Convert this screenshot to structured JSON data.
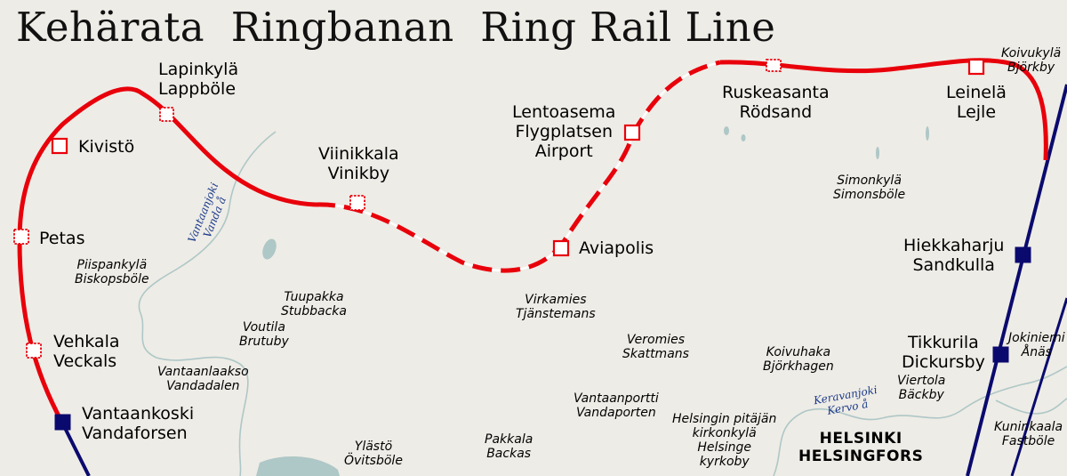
{
  "title": "Kehärata  Ringbanan  Ring Rail Line",
  "colors": {
    "background": "#eeece6",
    "ring_line": "#e8000b",
    "main_line": "#0a0a6e",
    "water": "#aec7c7",
    "text": "#000000"
  },
  "stations": {
    "lapinkyla": "Lapinkylä\nLappböle",
    "kivisto": "Kivistö",
    "petas": "Petas",
    "vehkala": "Vehkala\nVeckals",
    "vantaankoski": "Vantaankoski\nVandaforsen",
    "viinikkala": "Viinikkala\nVinikby",
    "aviapolis": "Aviapolis",
    "lentoasema": "Lentoasema\nFlygplatsen\nAirport",
    "ruskeasanta": "Ruskeasanta\nRödsand",
    "leinela": "Leinelä\nLejle",
    "hiekkaharju": "Hiekkaharju\nSandkulla",
    "tikkurila": "Tikkurila\nDickursby"
  },
  "areas": {
    "koivukyla": "Koivukylä\nBjörkby",
    "simonkyla": "Simonkylä\nSimonsböle",
    "piispankyla": "Piispankylä\nBiskopsböle",
    "tuupakka": "Tuupakka\nStubbacka",
    "voutila": "Voutila\nBrutuby",
    "vantaanlaakso": "Vantaanlaakso\nVandadalen",
    "virkamies": "Virkamies\nTjänstemans",
    "veromies": "Veromies\nSkattmans",
    "koivuhaka": "Koivuhaka\nBjörkhagen",
    "jokiniemi": "Jokiniemi\nÅnäs",
    "viertola": "Viertola\nBäckby",
    "vantaanportti": "Vantaanportti\nVandaporten",
    "helsingin_pitaja": "Helsingin pitäjän\nkirkonkylä\nHelsinge\nkyrkoby",
    "kuninkaala": "Kuninkaala\nFastböle",
    "ylasto": "Ylästö\nÖvitsböle",
    "pakkala": "Pakkala\nBackas"
  },
  "rivers": {
    "vantaanjoki": "Vantaanjoki\nVanda å",
    "keravanjoki": "Keravanjoki\nKervo å"
  },
  "city": "HELSINKI\nHELSINGFORS"
}
